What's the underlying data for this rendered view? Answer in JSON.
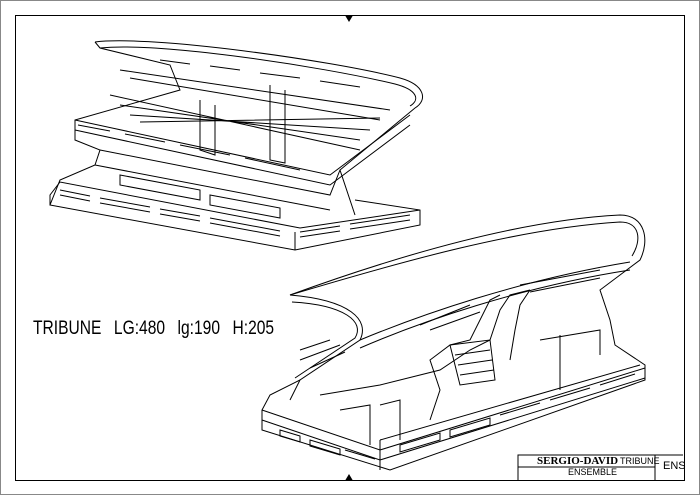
{
  "drawing": {
    "caption": "TRIBUNE LG:480  lg:190  H:205",
    "title_block": {
      "author": "SERGIO-DAVID",
      "title": "TRIBUNE",
      "subtitle": "ENSEMBLE",
      "code": "ENS"
    }
  }
}
